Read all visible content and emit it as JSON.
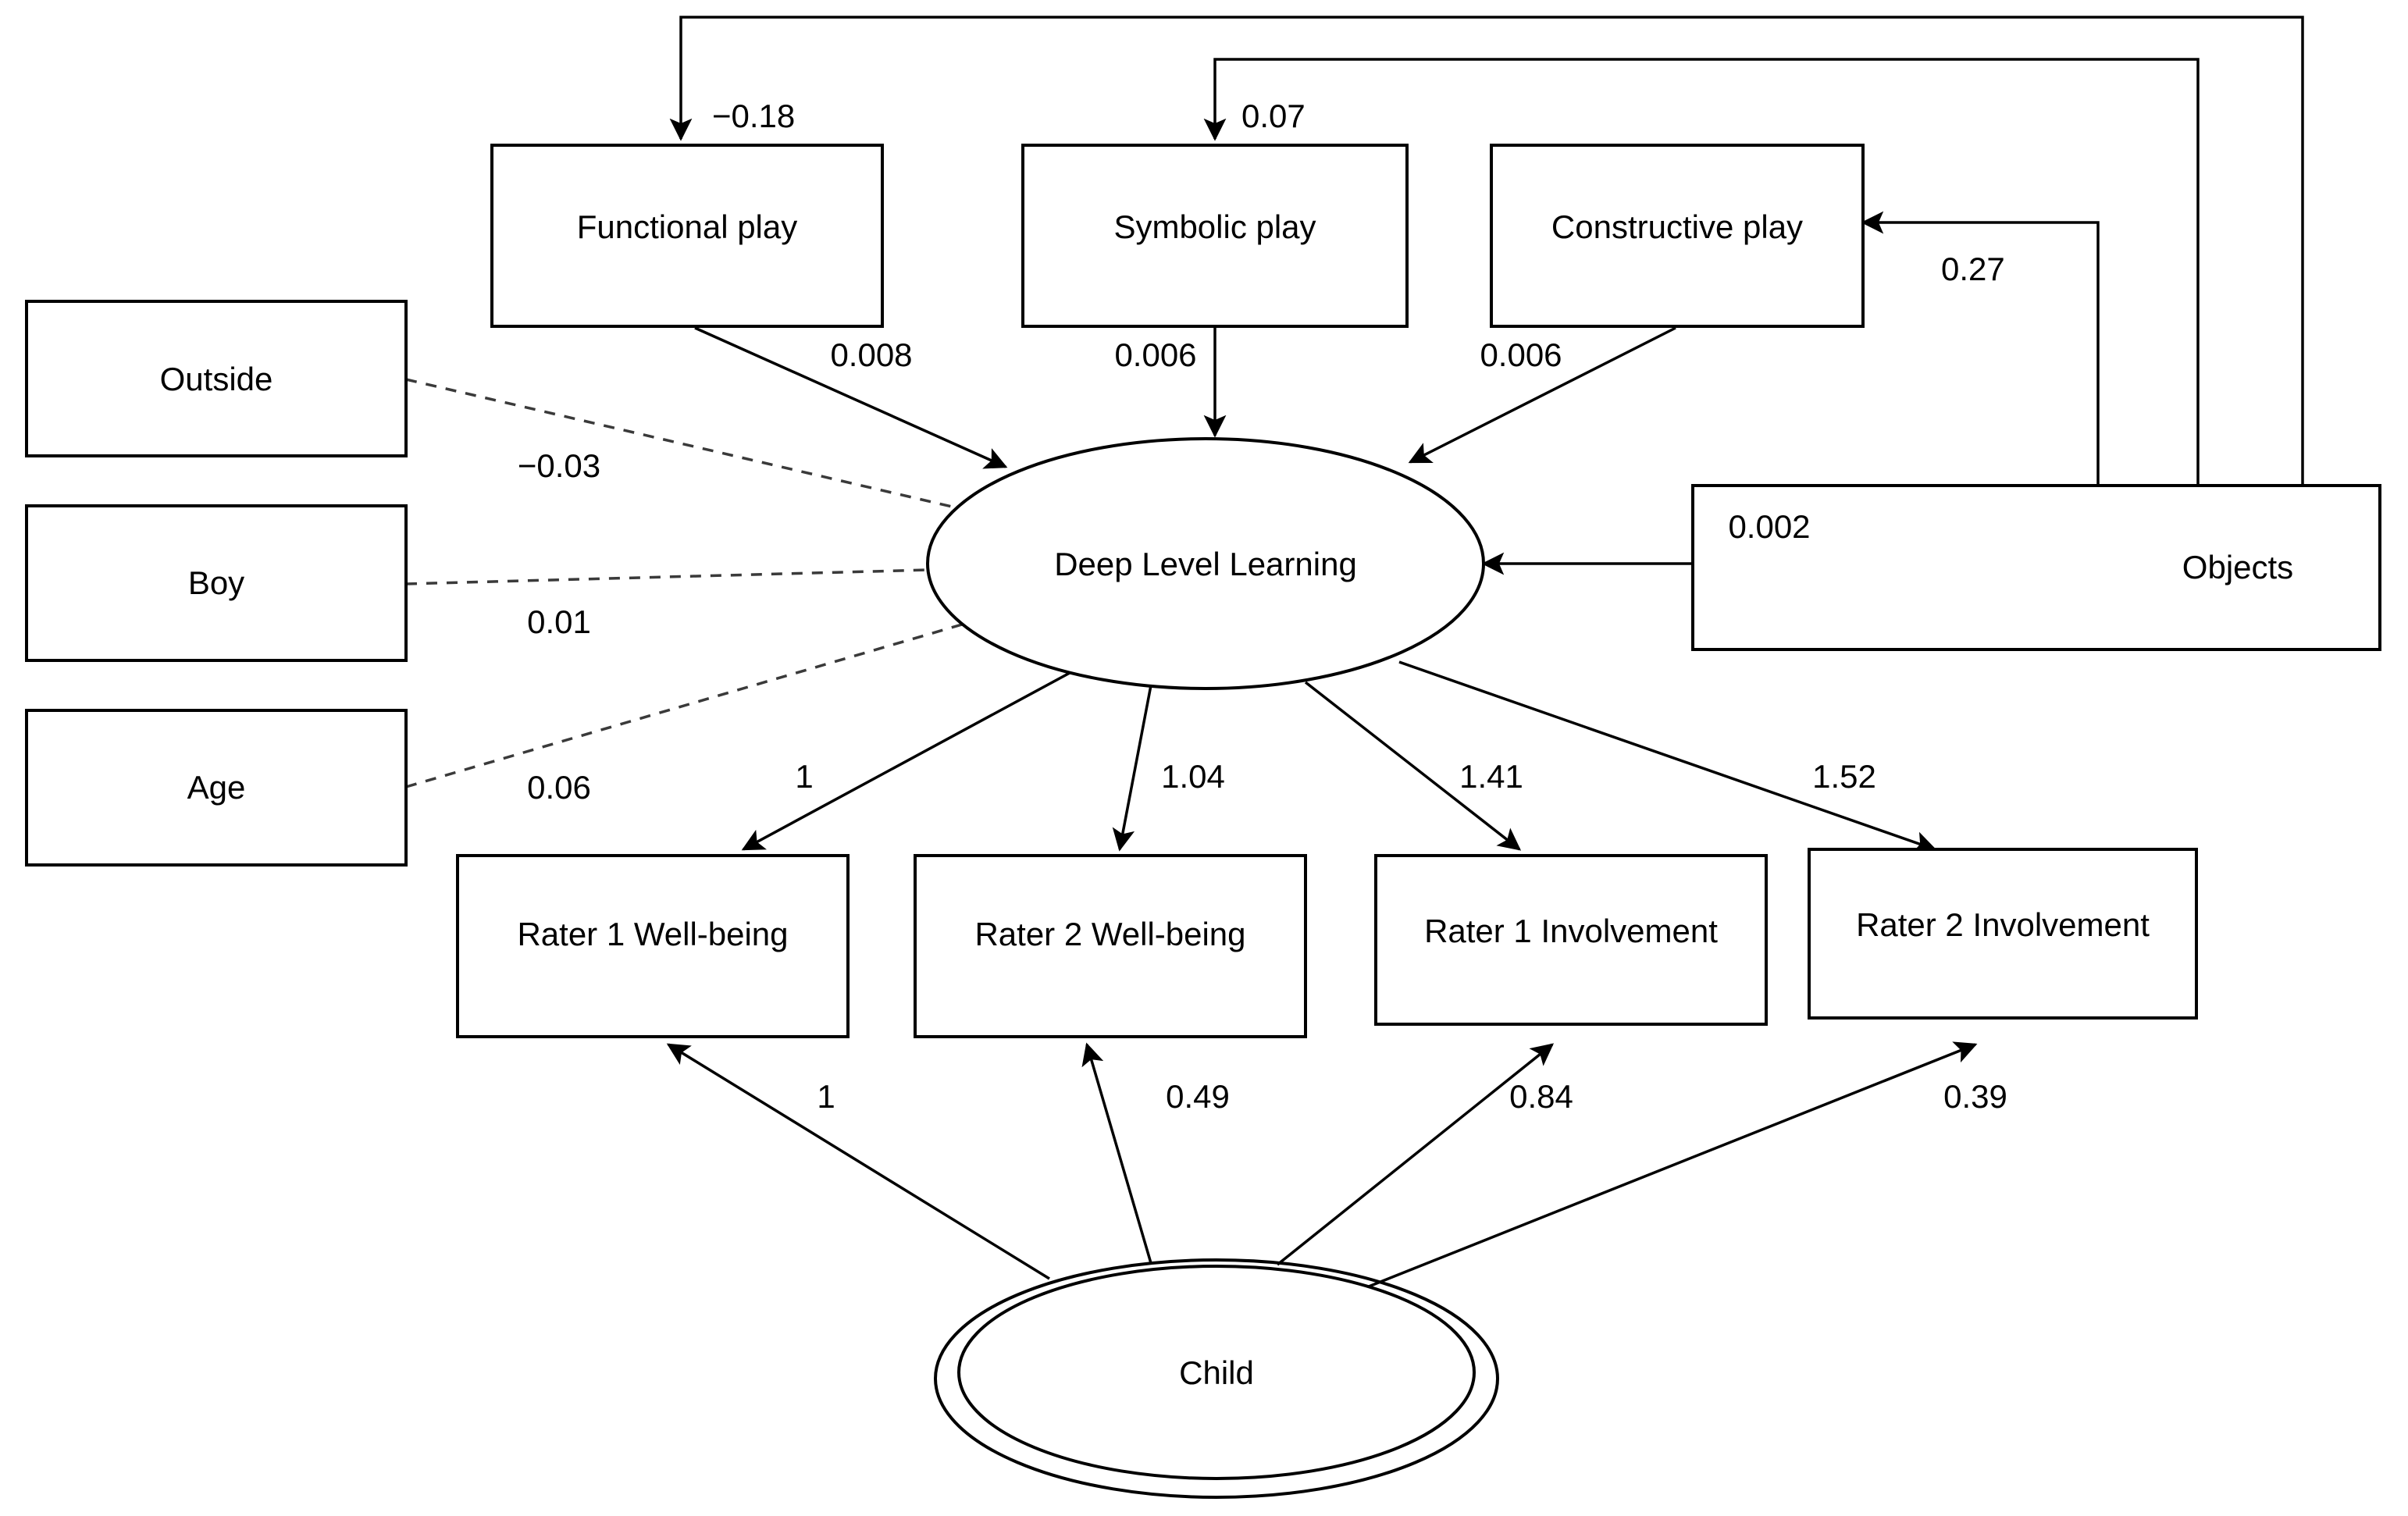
{
  "diagram": {
    "type": "sem-path-diagram",
    "title": "Deep Level Learning structural equation model",
    "background_color": "#ffffff",
    "line_color": "#000000",
    "dashed_line_color": "#3a3a3a"
  },
  "nodes": {
    "functional_play": {
      "label": "Functional play",
      "shape": "rectangle"
    },
    "symbolic_play": {
      "label": "Symbolic play",
      "shape": "rectangle"
    },
    "constructive_play": {
      "label": "Constructive play",
      "shape": "rectangle"
    },
    "outside": {
      "label": "Outside",
      "shape": "rectangle"
    },
    "boy": {
      "label": "Boy",
      "shape": "rectangle"
    },
    "age": {
      "label": "Age",
      "shape": "rectangle"
    },
    "objects": {
      "label": "Objects",
      "shape": "rectangle"
    },
    "deep_level_learning": {
      "label": "Deep Level Learning",
      "shape": "ellipse"
    },
    "rater1_wellbeing": {
      "label": "Rater 1 Well-being",
      "shape": "rectangle"
    },
    "rater2_wellbeing": {
      "label": "Rater 2 Well-being",
      "shape": "rectangle"
    },
    "rater1_involvement": {
      "label": "Rater 1 Involvement",
      "shape": "rectangle"
    },
    "rater2_involvement": {
      "label": "Rater 2 Involvement",
      "shape": "rectangle"
    },
    "child": {
      "label": "Child",
      "shape": "double-ellipse"
    }
  },
  "edges": {
    "objects_to_functional_play": {
      "label": "−0.18",
      "style": "solid",
      "from": "objects",
      "to": "functional_play"
    },
    "objects_to_symbolic_play": {
      "label": "0.07",
      "style": "solid",
      "from": "objects",
      "to": "symbolic_play"
    },
    "objects_to_constructive_play": {
      "label": "0.27",
      "style": "solid",
      "from": "objects",
      "to": "constructive_play"
    },
    "objects_to_dll": {
      "label": "0.002",
      "style": "solid",
      "from": "objects",
      "to": "deep_level_learning"
    },
    "functional_play_to_dll": {
      "label": "0.008",
      "style": "solid",
      "from": "functional_play",
      "to": "deep_level_learning"
    },
    "symbolic_play_to_dll": {
      "label": "0.006",
      "style": "solid",
      "from": "symbolic_play",
      "to": "deep_level_learning"
    },
    "constructive_play_to_dll": {
      "label": "0.006",
      "style": "solid",
      "from": "constructive_play",
      "to": "deep_level_learning"
    },
    "outside_to_dll": {
      "label": "−0.03",
      "style": "dashed",
      "from": "outside",
      "to": "deep_level_learning"
    },
    "boy_to_dll": {
      "label": "0.01",
      "style": "dashed",
      "from": "boy",
      "to": "deep_level_learning"
    },
    "age_to_dll": {
      "label": "0.06",
      "style": "dashed",
      "from": "age",
      "to": "deep_level_learning"
    },
    "dll_to_rater1_wellbeing": {
      "label": "1",
      "style": "solid",
      "from": "deep_level_learning",
      "to": "rater1_wellbeing"
    },
    "dll_to_rater2_wellbeing": {
      "label": "1.04",
      "style": "solid",
      "from": "deep_level_learning",
      "to": "rater2_wellbeing"
    },
    "dll_to_rater1_involvement": {
      "label": "1.41",
      "style": "solid",
      "from": "deep_level_learning",
      "to": "rater1_involvement"
    },
    "dll_to_rater2_involvement": {
      "label": "1.52",
      "style": "solid",
      "from": "deep_level_learning",
      "to": "rater2_involvement"
    },
    "child_to_rater1_wellbeing": {
      "label": "1",
      "style": "solid",
      "from": "child",
      "to": "rater1_wellbeing"
    },
    "child_to_rater2_wellbeing": {
      "label": "0.49",
      "style": "solid",
      "from": "child",
      "to": "rater2_wellbeing"
    },
    "child_to_rater1_involvement": {
      "label": "0.84",
      "style": "solid",
      "from": "child",
      "to": "rater1_involvement"
    },
    "child_to_rater2_involvement": {
      "label": "0.39",
      "style": "solid",
      "from": "child",
      "to": "rater2_involvement"
    }
  },
  "chart_data": {
    "type": "diagram",
    "title": "Deep Level Learning structural equation model",
    "latent_variables": [
      "Deep Level Learning",
      "Child"
    ],
    "observed_variables": [
      "Functional play",
      "Symbolic play",
      "Constructive play",
      "Outside",
      "Boy",
      "Age",
      "Objects",
      "Rater 1 Well-being",
      "Rater 2 Well-being",
      "Rater 1 Involvement",
      "Rater 2 Involvement"
    ],
    "paths": [
      {
        "from": "Objects",
        "to": "Functional play",
        "coefficient": -0.18,
        "style": "solid"
      },
      {
        "from": "Objects",
        "to": "Symbolic play",
        "coefficient": 0.07,
        "style": "solid"
      },
      {
        "from": "Objects",
        "to": "Constructive play",
        "coefficient": 0.27,
        "style": "solid"
      },
      {
        "from": "Objects",
        "to": "Deep Level Learning",
        "coefficient": 0.002,
        "style": "solid"
      },
      {
        "from": "Functional play",
        "to": "Deep Level Learning",
        "coefficient": 0.008,
        "style": "solid"
      },
      {
        "from": "Symbolic play",
        "to": "Deep Level Learning",
        "coefficient": 0.006,
        "style": "solid"
      },
      {
        "from": "Constructive play",
        "to": "Deep Level Learning",
        "coefficient": 0.006,
        "style": "solid"
      },
      {
        "from": "Outside",
        "to": "Deep Level Learning",
        "coefficient": -0.03,
        "style": "dashed"
      },
      {
        "from": "Boy",
        "to": "Deep Level Learning",
        "coefficient": 0.01,
        "style": "dashed"
      },
      {
        "from": "Age",
        "to": "Deep Level Learning",
        "coefficient": 0.06,
        "style": "dashed"
      },
      {
        "from": "Deep Level Learning",
        "to": "Rater 1 Well-being",
        "coefficient": 1,
        "style": "solid"
      },
      {
        "from": "Deep Level Learning",
        "to": "Rater 2 Well-being",
        "coefficient": 1.04,
        "style": "solid"
      },
      {
        "from": "Deep Level Learning",
        "to": "Rater 1 Involvement",
        "coefficient": 1.41,
        "style": "solid"
      },
      {
        "from": "Deep Level Learning",
        "to": "Rater 2 Involvement",
        "coefficient": 1.52,
        "style": "solid"
      },
      {
        "from": "Child",
        "to": "Rater 1 Well-being",
        "coefficient": 1,
        "style": "solid"
      },
      {
        "from": "Child",
        "to": "Rater 2 Well-being",
        "coefficient": 0.49,
        "style": "solid"
      },
      {
        "from": "Child",
        "to": "Rater 1 Involvement",
        "coefficient": 0.84,
        "style": "solid"
      },
      {
        "from": "Child",
        "to": "Rater 2 Involvement",
        "coefficient": 0.39,
        "style": "solid"
      }
    ]
  }
}
